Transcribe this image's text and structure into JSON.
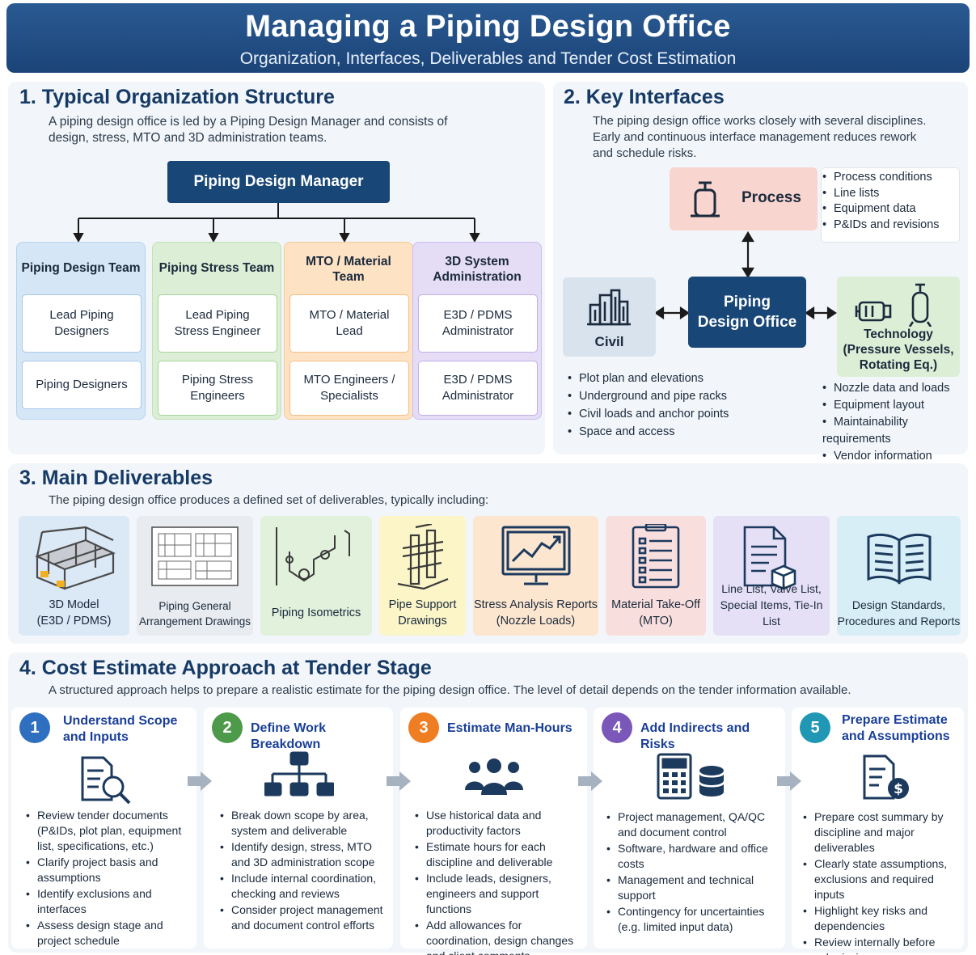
{
  "header": {
    "title": "Managing a Piping Design Office",
    "subtitle": "Organization, Interfaces, Deliverables and Tender Cost Estimation"
  },
  "org": {
    "title": "1.  Typical Organization Structure",
    "desc_1": "A piping design office is led by a Piping Design Manager and consists of",
    "desc_2": "design, stress, MTO and 3D administration teams.",
    "manager": "Piping Design Manager",
    "teams": [
      {
        "title_1": "Piping Design Team",
        "title_2": "",
        "roles": [
          [
            "Lead Piping",
            "Designers"
          ],
          [
            "Piping Designers",
            ""
          ]
        ]
      },
      {
        "title_1": "Piping Stress Team",
        "title_2": "",
        "roles": [
          [
            "Lead Piping",
            "Stress Engineer"
          ],
          [
            "Piping Stress",
            "Engineers"
          ]
        ]
      },
      {
        "title_1": "MTO / Material",
        "title_2": "Team",
        "roles": [
          [
            "MTO / Material",
            "Lead"
          ],
          [
            "MTO Engineers /",
            "Specialists"
          ]
        ]
      },
      {
        "title_1": "3D System",
        "title_2": "Administration",
        "roles": [
          [
            "E3D / PDMS",
            "Administrator"
          ],
          [
            "E3D / PDMS",
            "Administrator"
          ]
        ]
      }
    ],
    "colors": {
      "design": "#d5e6f7",
      "stress": "#dcefd6",
      "mto": "#fde2c4",
      "admin": "#e5dcf6"
    }
  },
  "interfaces": {
    "title": "2.  Key Interfaces",
    "desc_1": "The piping design office works closely with several disciplines.",
    "desc_2": "Early and continuous interface management reduces rework",
    "desc_3": "and schedule risks.",
    "process": {
      "label": "Process",
      "items": [
        "Process conditions",
        "Line lists",
        "Equipment data",
        "P&IDs and revisions"
      ]
    },
    "center": {
      "label_1": "Piping",
      "label_2": "Design Office"
    },
    "civil": {
      "label": "Civil",
      "items": [
        "Plot plan and elevations",
        "Underground and pipe racks",
        "Civil loads and anchor points",
        "Space and access"
      ]
    },
    "technology": {
      "label_1": "Technology",
      "label_2": "(Pressure Vessels,",
      "label_3": "Rotating Eq.)",
      "items": [
        "Nozzle data and loads",
        "Equipment layout",
        "Maintainability requirements",
        "Vendor information"
      ]
    }
  },
  "deliverables": {
    "title": "3.  Main Deliverables",
    "desc": "The piping design office produces a defined set of deliverables, typically including:",
    "items": [
      {
        "l1": "3D Model",
        "l2": "(E3D / PDMS)",
        "icon": "3d-model-icon"
      },
      {
        "l1": "Piping General",
        "l2": "Arrangement Drawings",
        "icon": "ga-drawing-icon"
      },
      {
        "l1": "Piping Isometrics",
        "l2": "",
        "icon": "isometric-icon"
      },
      {
        "l1": "Pipe Support",
        "l2": "Drawings",
        "icon": "pipe-support-icon"
      },
      {
        "l1": "Stress Analysis Reports",
        "l2": "(Nozzle Loads)",
        "icon": "monitor-chart-icon"
      },
      {
        "l1": "Material Take-Off",
        "l2": "(MTO)",
        "icon": "checklist-icon"
      },
      {
        "l1": "Line List, Valve List,",
        "l2": "Special Items, Tie-In List",
        "icon": "document-cube-icon"
      },
      {
        "l1": "Design Standards,",
        "l2": "Procedures and Reports",
        "icon": "open-book-icon"
      }
    ]
  },
  "cost": {
    "title": "4.  Cost Estimate Approach at Tender Stage",
    "desc": "A structured approach helps to prepare a realistic estimate for the piping design office. The level of detail depends on the tender information available.",
    "steps": [
      {
        "num": "1",
        "t1": "Understand Scope",
        "t2": "and Inputs",
        "color": "#2f6fc0",
        "items": [
          "Review tender documents (P&IDs, plot plan, equipment list, specifications, etc.)",
          "Clarify project basis and assumptions",
          "Identify exclusions and interfaces",
          "Assess design stage and project schedule"
        ]
      },
      {
        "num": "2",
        "t1": "Define Work Breakdown",
        "t2": "",
        "color": "#4c9a4a",
        "items": [
          "Break down scope by area, system and deliverable",
          "Identify design, stress, MTO and 3D administration scope",
          "Include internal coordination, checking and reviews",
          "Consider project management and document control efforts"
        ]
      },
      {
        "num": "3",
        "t1": "Estimate Man-Hours",
        "t2": "",
        "color": "#ef7d22",
        "items": [
          "Use historical data and productivity factors",
          "Estimate hours for each discipline and deliverable",
          "Include leads, designers, engineers and support functions",
          "Add allowances for coordination, design changes and client comments"
        ]
      },
      {
        "num": "4",
        "t1": "Add Indirects and Risks",
        "t2": "",
        "color": "#7a57b8",
        "items": [
          "Project management, QA/QC and document control",
          "Software, hardware and office costs",
          "Management and technical support",
          "Contingency for uncertainties (e.g. limited input data)"
        ]
      },
      {
        "num": "5",
        "t1": "Prepare Estimate",
        "t2": "and Assumptions",
        "color": "#1f97b5",
        "items": [
          "Prepare cost summary by discipline and major deliverables",
          "Clearly state assumptions, exclusions and required inputs",
          "Highlight key risks and dependencies",
          "Review internally before submission"
        ]
      }
    ]
  }
}
